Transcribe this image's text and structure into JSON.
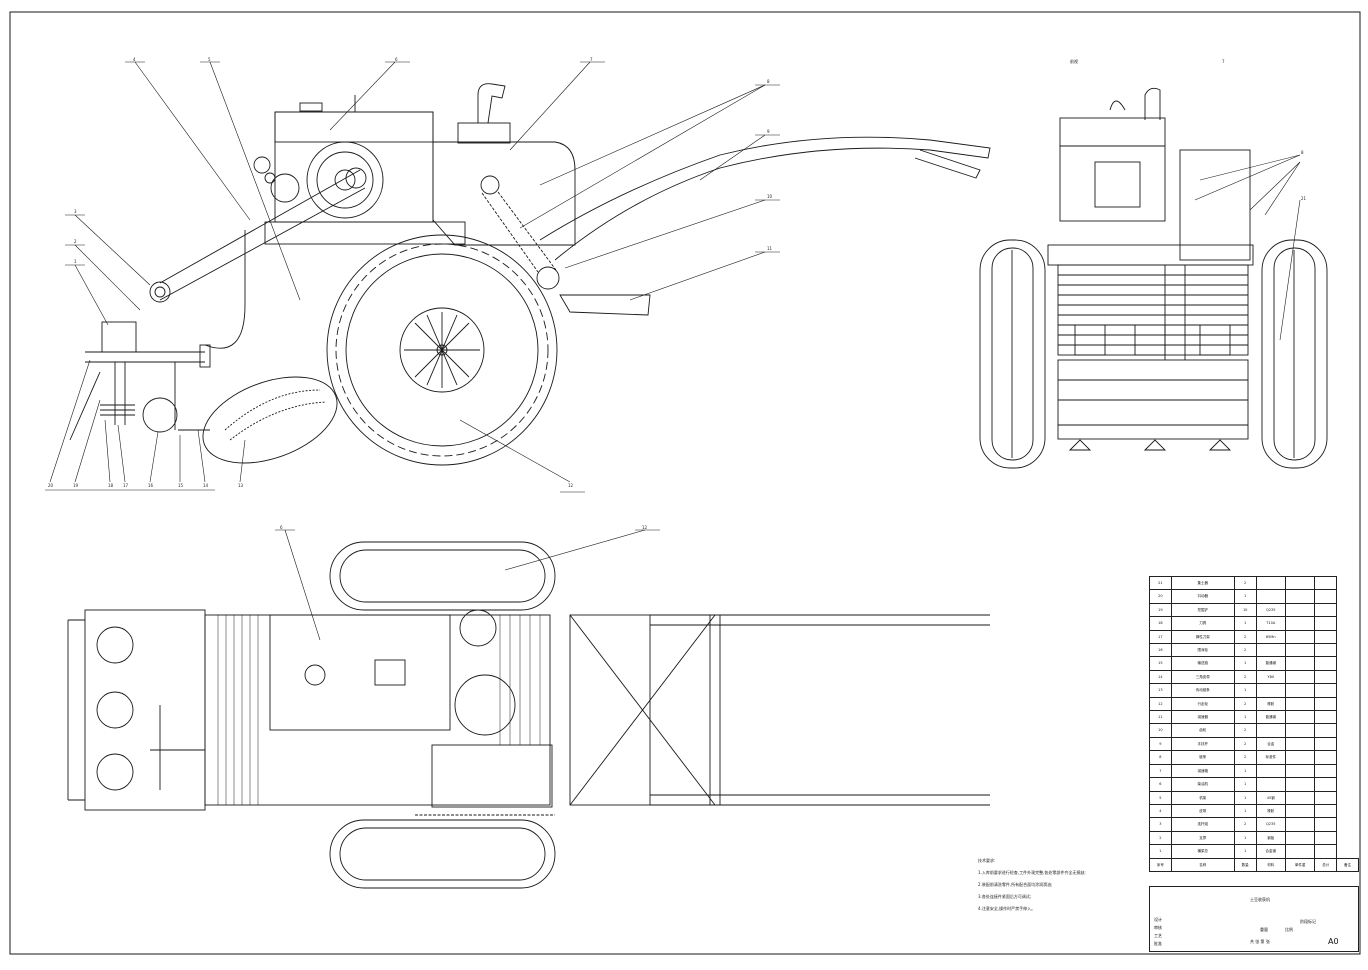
{
  "callouts": {
    "side": [
      "4",
      "5",
      "6",
      "7",
      "8",
      "9",
      "10",
      "11",
      "3",
      "2",
      "1",
      "20",
      "19",
      "18",
      "17",
      "16",
      "15",
      "14",
      "13",
      "12"
    ],
    "front": [
      "前视",
      "7",
      "8",
      "21"
    ],
    "top": [
      "6",
      "12"
    ]
  },
  "notes": {
    "title": "技术要求:",
    "items": [
      "1.入库前要求进行检查,工件外观完整,各处零部件齐全无损缺;",
      "2.装配前清洗零件,所有配合面均涂润滑油;",
      "3.各处连接件紧固后方可调试;",
      "4.注意安全,操作时严禁手伸入。"
    ]
  },
  "bom": {
    "header": [
      "序号",
      "名称",
      "数量",
      "材料",
      "单件重",
      "总计",
      "备注"
    ],
    "rows": [
      [
        "21",
        "集土器",
        "2",
        "",
        "",
        ""
      ],
      [
        "20",
        "抖动器",
        "1",
        "",
        "",
        ""
      ],
      [
        "19",
        "挖掘铲",
        "10",
        "Q235",
        "",
        ""
      ],
      [
        "18",
        "刀具",
        "1",
        "T10A",
        "",
        ""
      ],
      [
        "17",
        "弹性刀架",
        "2",
        "65Mn",
        "",
        ""
      ],
      [
        "16",
        "限深轮",
        "2",
        "",
        "",
        ""
      ],
      [
        "15",
        "输送链",
        "1",
        "普通钢",
        "",
        ""
      ],
      [
        "14",
        "三角皮带",
        "2",
        "Y80",
        "",
        ""
      ],
      [
        "13",
        "传动链条",
        "1",
        "",
        "",
        ""
      ],
      [
        "12",
        "行走轮",
        "2",
        "橡胶",
        "",
        ""
      ],
      [
        "11",
        "减速器",
        "1",
        "普通钢",
        "",
        ""
      ],
      [
        "10",
        "齿轮",
        "2",
        "",
        "",
        ""
      ],
      [
        "9",
        "手扶杆",
        "2",
        "合金",
        "",
        ""
      ],
      [
        "8",
        "链条",
        "2",
        "标准件",
        "",
        ""
      ],
      [
        "7",
        "减速箱",
        "1",
        "",
        "",
        ""
      ],
      [
        "6",
        "柴油机",
        "1",
        "",
        "",
        ""
      ],
      [
        "5",
        "机架",
        "1",
        "45钢",
        "",
        ""
      ],
      [
        "4",
        "皮带",
        "1",
        "橡胶",
        "",
        ""
      ],
      [
        "3",
        "连杆组",
        "2",
        "Q235",
        "",
        ""
      ],
      [
        "2",
        "支撑",
        "1",
        "钢板",
        "",
        ""
      ],
      [
        "1",
        "横梁总",
        "1",
        "合金钢",
        "",
        ""
      ]
    ]
  },
  "titleblock": {
    "name": "土豆收获机",
    "drawing_no": "A0",
    "stage": "阶段标记",
    "weight": "重量",
    "scale": "比例",
    "design": "设计",
    "check": "审核",
    "process": "工艺",
    "approve": "批准",
    "sheet": "共 张 第 张"
  },
  "colors": {
    "line": "#1a1a1a",
    "paper": "#ffffff"
  }
}
